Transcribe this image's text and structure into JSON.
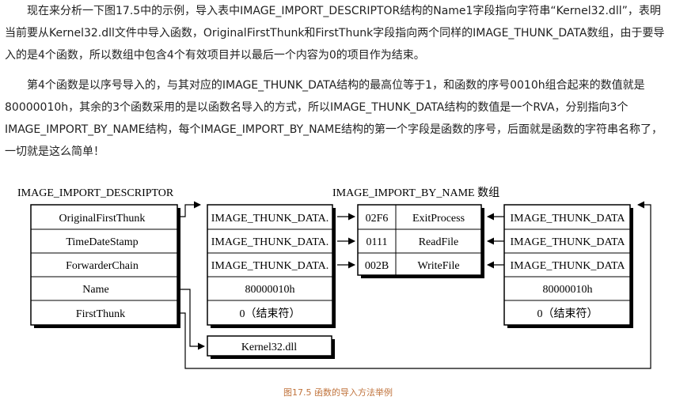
{
  "paragraphs": [
    "现在来分析一下图17.5中的示例，导入表中IMAGE_IMPORT_DESCRIPTOR结构的Name1字段指向字符串“Kernel32.dll”，表明当前要从Kernel32.dll文件中导入函数，OriginalFirstThunk和FirstThunk字段指向两个同样的IMAGE_THUNK_DATA数组，由于要导入的是4个函数，所以数组中包含4个有效项目并以最后一个内容为0的项目作为结束。",
    "第4个函数是以序号导入的，与其对应的IMAGE_THUNK_DATA结构的最高位等于1，和函数的序号0010h组合起来的数值就是80000010h，其余的3个函数采用的是以函数名导入的方式，所以IMAGE_THUNK_DATA结构的数值是一个RVA，分别指向3个IMAGE_IMPORT_BY_NAME结构，每个IMAGE_IMPORT_BY_NAME结构的第一个字段是函数的序号，后面就是函数的字符串名称了，一切就是这么简单！"
  ],
  "figure": {
    "descriptor_title": "IMAGE_IMPORT_DESCRIPTOR",
    "descriptor_fields": [
      "OriginalFirstThunk",
      "TimeDateStamp",
      "ForwarderChain",
      "Name",
      "FirstThunk"
    ],
    "byname_title": "IMAGE_IMPORT_BY_NAME 数组",
    "thunk_left": [
      "IMAGE_THUNK_DATA.",
      "IMAGE_THUNK_DATA.",
      "IMAGE_THUNK_DATA.",
      "80000010h",
      "0（结束符）"
    ],
    "byname_rows": [
      {
        "hint": "02F6",
        "name": "ExitProcess"
      },
      {
        "hint": "0111",
        "name": "ReadFile"
      },
      {
        "hint": "002B",
        "name": "WriteFile"
      }
    ],
    "thunk_right": [
      "IMAGE_THUNK_DATA",
      "IMAGE_THUNK_DATA",
      "IMAGE_THUNK_DATA",
      "80000010h",
      "0（结束符）"
    ],
    "dll_name": "Kernel32.dll",
    "caption": "图17.5 函数的导入方法举例"
  }
}
